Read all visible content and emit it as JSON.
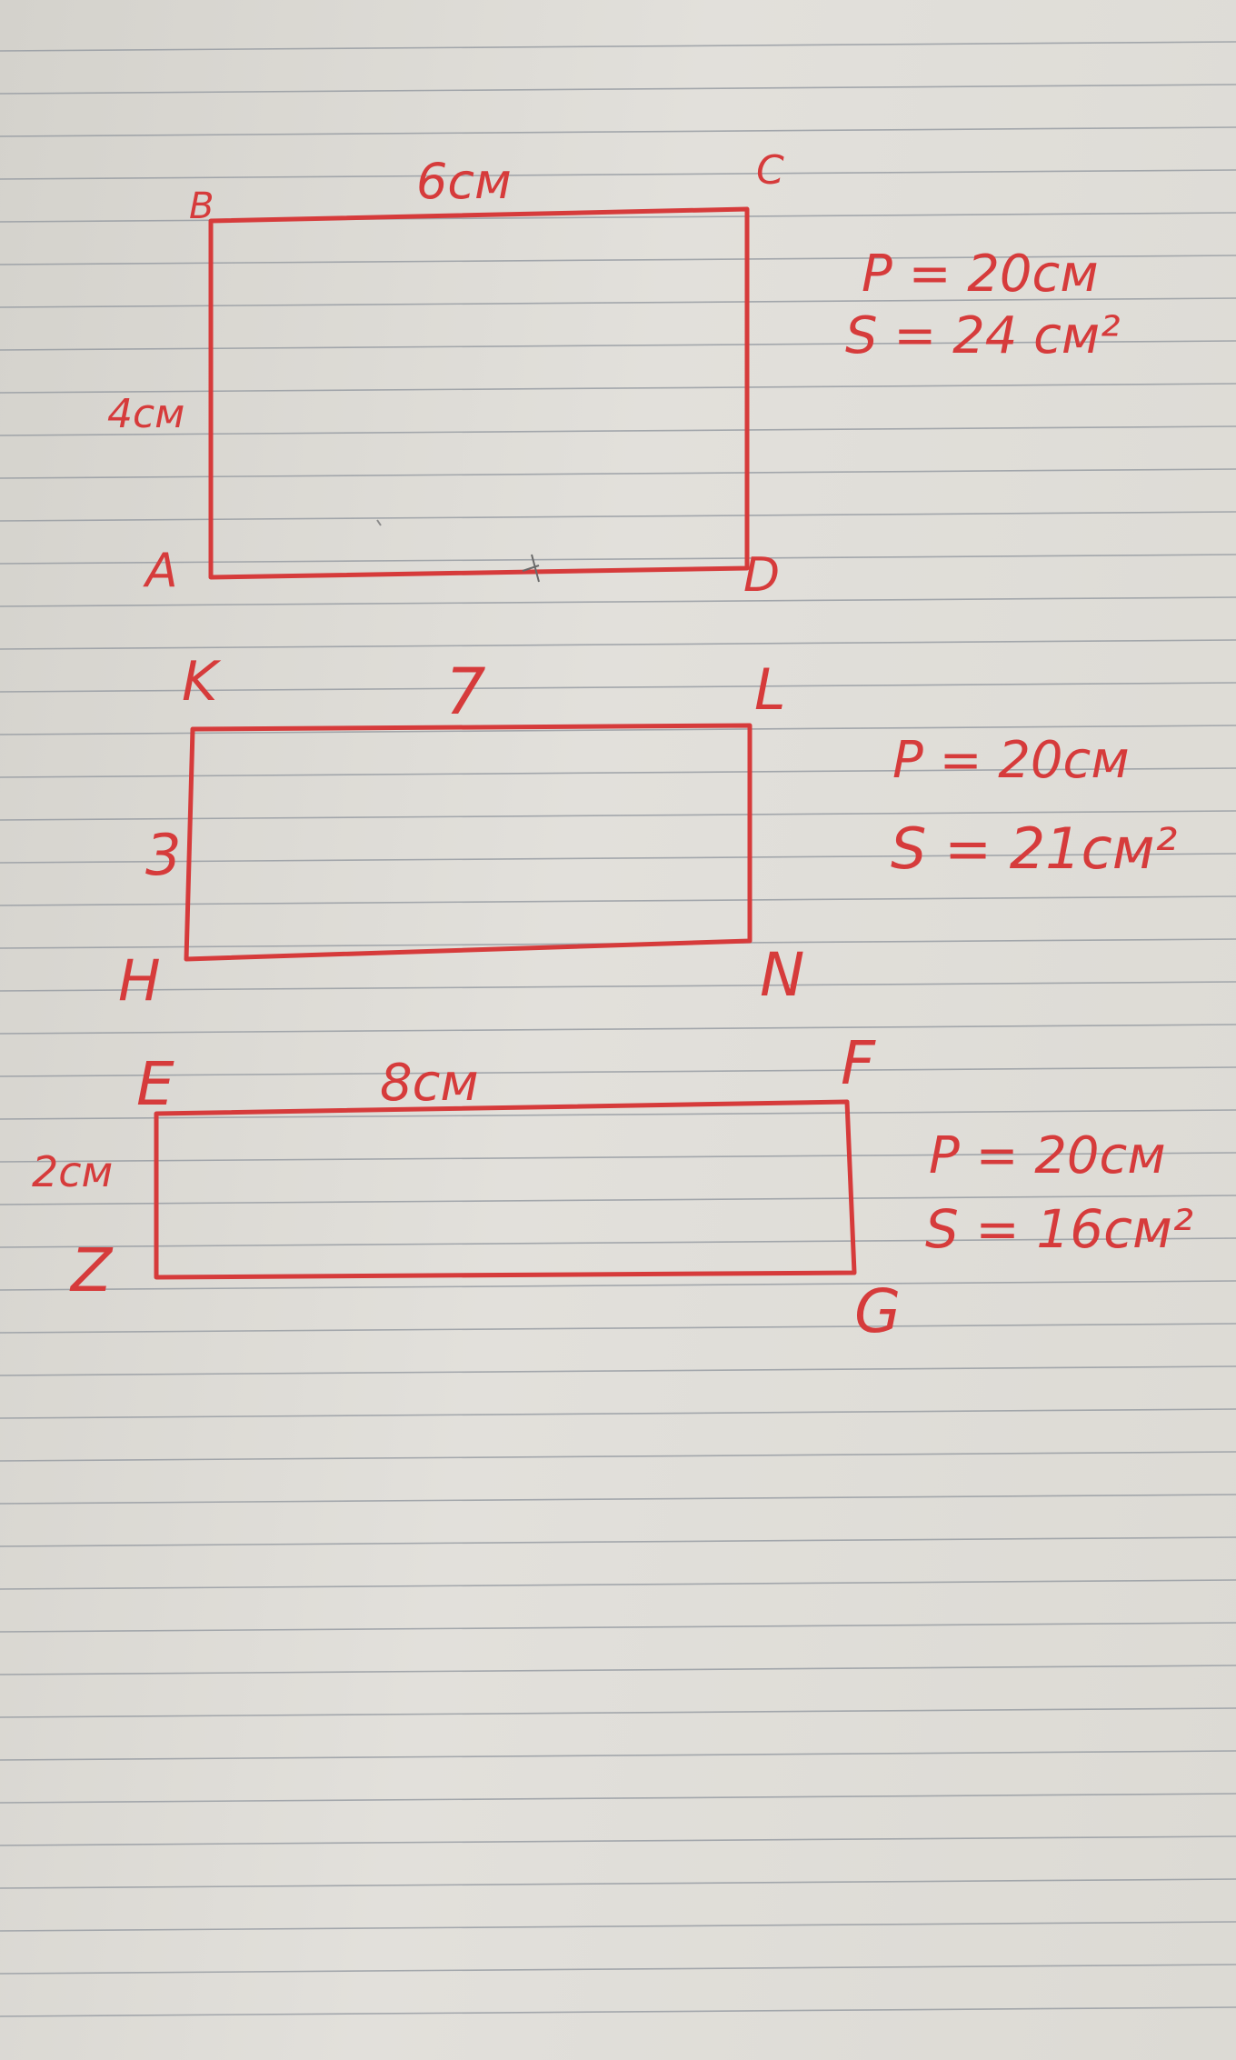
{
  "colors": {
    "ink": "#d63b3b",
    "rule_line": "#8e949c",
    "paper": "#dedcd6"
  },
  "rectangles": [
    {
      "vertices": {
        "top_left": "B",
        "top_right": "C",
        "bottom_right": "D",
        "bottom_left": "A"
      },
      "length_label": "6cм",
      "width_label": "4cм",
      "perimeter": "P = 20cм",
      "area": "S = 24 cм²"
    },
    {
      "vertices": {
        "top_left": "K",
        "top_right": "L",
        "bottom_right": "N",
        "bottom_left": "H"
      },
      "length_label": "7",
      "width_label": "3",
      "perimeter": "P = 20cм",
      "area": "S = 21cм²"
    },
    {
      "vertices": {
        "top_left": "E",
        "top_right": "F",
        "bottom_right": "G",
        "bottom_left": "Z"
      },
      "length_label": "8cм",
      "width_label": "2cм",
      "perimeter": "P = 20cм",
      "area": "S = 16cм²"
    }
  ]
}
